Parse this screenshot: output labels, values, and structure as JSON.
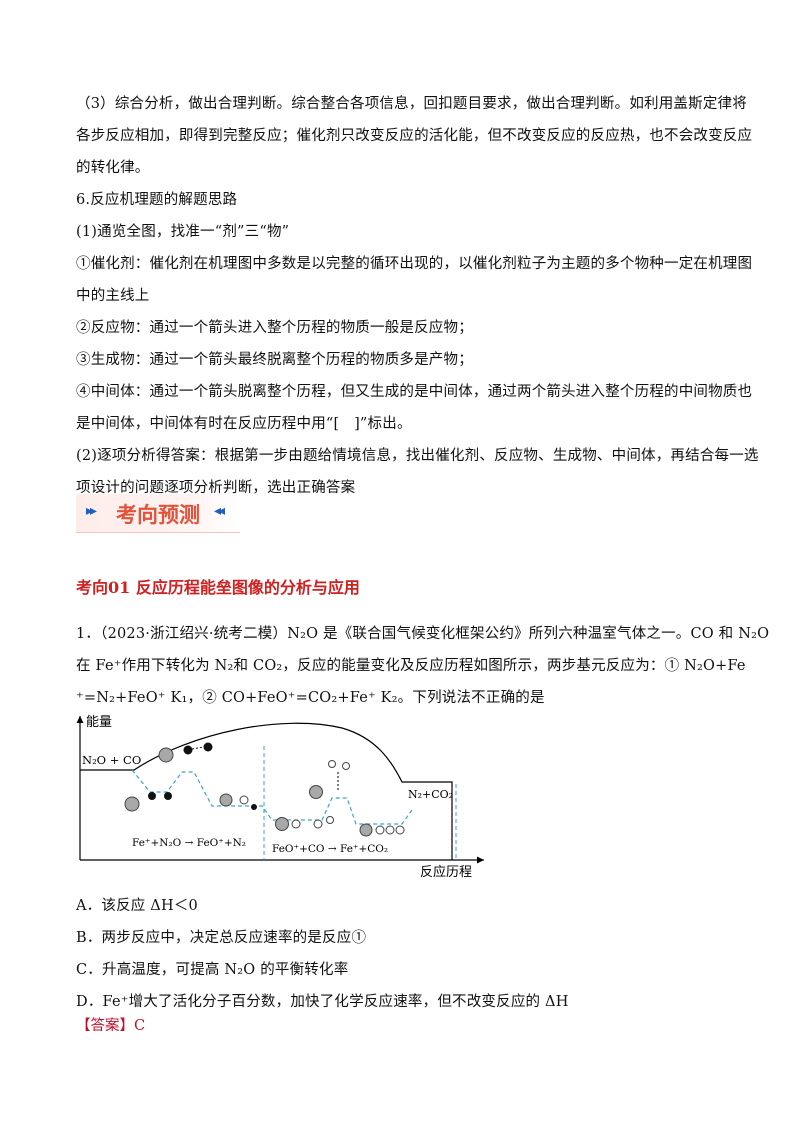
{
  "paragraphs": [
    {
      "id": "p1",
      "text": "（3）综合分析，做出合理判断。综合整合各项信息，回扣题目要求，做出合理判断。如利用盖斯定律将"
    },
    {
      "id": "p2",
      "text": "各步反应相加，即得到完整反应；催化剂只改变反应的活化能，但不改变反应的反应热，也不会改变反应"
    },
    {
      "id": "p3",
      "text": "的转化律。"
    },
    {
      "id": "p4",
      "text": "6.反应机理题的解题思路"
    },
    {
      "id": "p5",
      "text": "(1)通览全图，找准一“剂”三“物”"
    },
    {
      "id": "p6",
      "text": "①催化剂：催化剂在机理图中多数是以完整的循环出现的，以催化剂粒子为主题的多个物种一定在机理图"
    },
    {
      "id": "p7",
      "text": "中的主线上"
    },
    {
      "id": "p8",
      "text": "②反应物：通过一个箭头进入整个历程的物质一般是反应物；"
    },
    {
      "id": "p9",
      "text": "③生成物：通过一个箭头最终脱离整个历程的物质多是产物；"
    },
    {
      "id": "p10",
      "text": "④中间体：通过一个箭头脱离整个历程，但又生成的是中间体，通过两个箭头进入整个历程的中间物质也"
    },
    {
      "id": "p11",
      "text": "是中间体，中间体有时在反应历程中用“[　]”标出。"
    },
    {
      "id": "p12",
      "text": "(2)逐项分析得答案：根据第一步由题给情境信息，找出催化剂、反应物、生成物、中间体，再结合每一选"
    },
    {
      "id": "p13",
      "text": "项设计的问题逐项分析判断，选出正确答案"
    }
  ],
  "banner": {
    "title": "考向预测",
    "left_arrows": "▸▸",
    "right_arrows": "◂◂"
  },
  "section_title": "考向01  反应历程能垒图像的分析与应用",
  "question": {
    "l1": "1．（2023·浙江绍兴·统考二模）N₂O 是《联合国气候变化框架公约》所列六种温室气体之一。CO 和 N₂O",
    "l2": "在 Fe⁺作用下转化为 N₂和 CO₂，反应的能量变化及反应历程如图所示，两步基元反应为：① N₂O+Fe",
    "l3": "⁺=N₂+FeO⁺  K₁，② CO+FeO⁺=CO₂+Fe⁺  K₂。下列说法不正确的是"
  },
  "diagram": {
    "y_label": "能量",
    "x_label": "反应历程",
    "start_label": "N₂O + CO",
    "end_label": "N₂+CO₂",
    "step1_label": "Fe⁺+N₂O → FeO⁺+N₂",
    "step2_label": "FeO⁺+CO → Fe⁺+CO₂",
    "colors": {
      "curve": "#000000",
      "dashed": "#3aa7c9",
      "atom_gray": "#a8a8a8",
      "atom_black": "#111111"
    }
  },
  "options": [
    {
      "id": "A",
      "text": "A．该反应 ΔH＜0"
    },
    {
      "id": "B",
      "text": "B．两步反应中，决定总反应速率的是反应①"
    },
    {
      "id": "C",
      "text": "C．升高温度，可提高  N₂O  的平衡转化率"
    },
    {
      "id": "D",
      "text": "D．Fe⁺增大了活化分子百分数，加快了化学反应速率，但不改变反应的 ΔH"
    }
  ],
  "answer": {
    "label": "【答案】",
    "value": "C"
  }
}
